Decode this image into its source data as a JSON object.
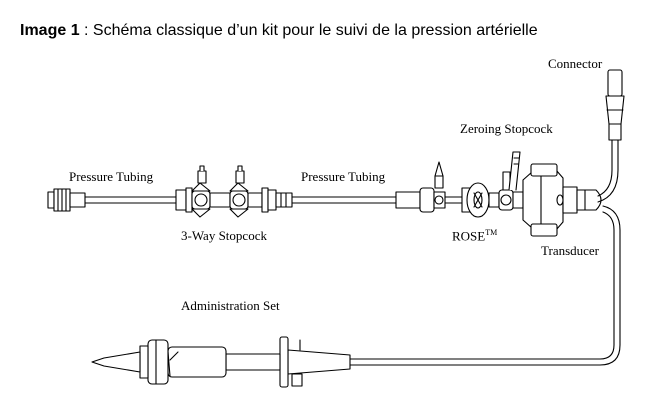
{
  "caption": {
    "prefix": "Image 1",
    "text": " : Schéma classique d’un kit pour le suivi de la pression artérielle"
  },
  "labels": {
    "connector": "Connector",
    "zeroing_stopcock": "Zeroing Stopcock",
    "pressure_tubing_left": "Pressure Tubing",
    "pressure_tubing_right": "Pressure Tubing",
    "three_way_stopcock": "3-Way Stopcock",
    "rose": "ROSE",
    "rose_tm": "TM",
    "transducer": "Transducer",
    "administration_set": "Administration Set"
  },
  "colors": {
    "line": "#000000",
    "background": "#ffffff"
  }
}
